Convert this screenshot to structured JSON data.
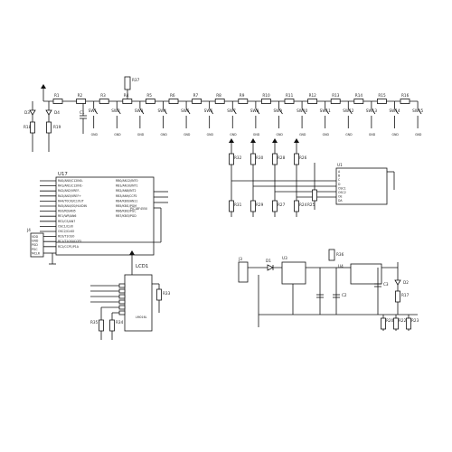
{
  "schematic": {
    "top_row": {
      "led_labels": [
        "D3",
        "D4"
      ],
      "vertical_resistors": [
        "R18",
        "R19"
      ],
      "series_resistors": [
        "R1",
        "R2",
        "R3",
        "R4",
        "R5",
        "R6",
        "R7",
        "R8",
        "R9",
        "R10",
        "R11",
        "R12",
        "R13",
        "R14",
        "R15",
        "R16"
      ],
      "switches": [
        "SW1",
        "SW2",
        "SW3",
        "SW4",
        "SW5",
        "SW6",
        "SW7",
        "SW8",
        "SW9",
        "SW10",
        "SW11",
        "SW12",
        "SW13",
        "SW14",
        "SW15"
      ],
      "capacitor": "C1",
      "pot": "R37",
      "ground": "GND"
    },
    "mcu": {
      "ref": "U17",
      "pin_labels": [
        "RA0/AN0/C12IN0-",
        "RA1/AN1/C12IN1-",
        "RA2/AN2/VREF-",
        "RA3/AN3/VREF+",
        "RA4/T0CKI/C1OUT",
        "RA5/AN4/SS/HLVDIN",
        "RE0/RD/AN5",
        "RE1/WR/AN6",
        "RE2/CS/AN7",
        "OSC1/CLKI",
        "OSC2/CLKO",
        "RC0/T1OSO",
        "RC1/T1OSI/CCP2",
        "RC2/CCP1/P1A"
      ],
      "right_pins": [
        "RB0/AN12/INT0",
        "RB1/AN10/INT1",
        "RB2/AN8/INT2",
        "RB3/AN9/CCP2",
        "RB4/KBI0/AN11",
        "RB5/KBI1/PGM",
        "RB6/KBI2/PGC",
        "RB7/KBI3/PGD"
      ],
      "part_name": "PIC18F4550"
    },
    "keypad": {
      "resistors_top": [
        "R32",
        "R30",
        "R28",
        "R26"
      ],
      "resistors_bottom": [
        "R31",
        "R29",
        "R27",
        "R24"
      ],
      "ic_ref": "U1",
      "ic_pins": [
        "A",
        "B",
        "C",
        "D",
        "OSC1",
        "OSC2",
        "OE",
        "DA"
      ],
      "pullup": "R25"
    },
    "header": {
      "ref": "J4",
      "pins": [
        "VDD",
        "GND",
        "PGD",
        "PGC",
        "MCLR"
      ]
    },
    "lcd": {
      "ref": "LCD1",
      "part": "LM016L",
      "resistors": [
        "R33",
        "R34",
        "R35"
      ]
    },
    "power": {
      "connector": "J3",
      "diode": "D1",
      "reg1": "U3",
      "reg2": "U4",
      "pot": "R36",
      "caps": [
        "C2",
        "C3"
      ],
      "led": "D2",
      "resistors": [
        "R17",
        "R20",
        "R22",
        "R23"
      ]
    }
  }
}
